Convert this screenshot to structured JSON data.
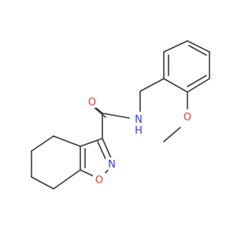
{
  "molecule": {
    "atoms": {
      "O_carbonyl": "O",
      "N_amide": "N",
      "H_amide": "H",
      "O_methoxy": "O",
      "N_ring": "N",
      "O_ring": "O"
    },
    "colors": {
      "oxygen": "#e8402a",
      "nitrogen": "#2f3cf0",
      "bond": "#3a3a3a"
    }
  }
}
